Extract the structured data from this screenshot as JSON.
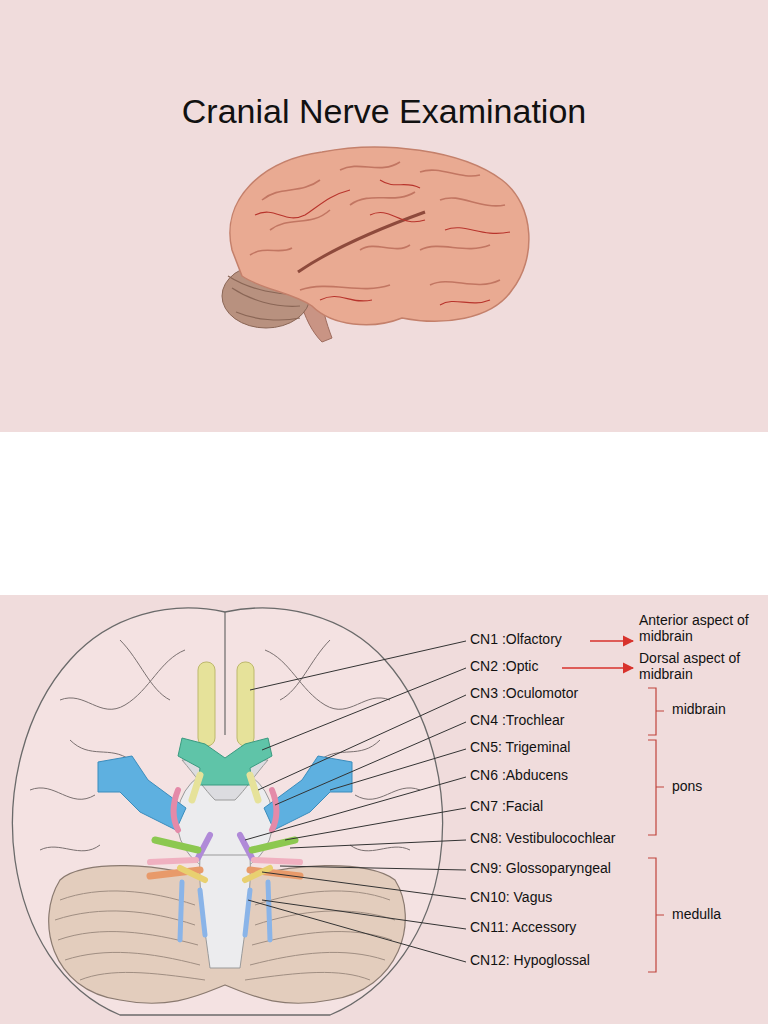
{
  "diagram": {
    "title": "Cranial Nerve Examination",
    "labels": [
      "CN1 :Olfactory",
      "CN2 :Optic",
      "CN3 :Oculomotor",
      "CN4 :Trochlear",
      "CN5: Trigeminal",
      "CN6 :Abducens",
      "CN7 :Facial",
      "CN8: Vestibulocochlear",
      "CN9: Glossoparyngeal",
      "CN10: Vagus",
      "CN11: Accessory",
      "CN12: Hypoglossal",
      "Anterior aspect of midbrain",
      "Dorsal aspect of midbrain",
      "midbrain",
      "pons",
      "medulla"
    ]
  }
}
